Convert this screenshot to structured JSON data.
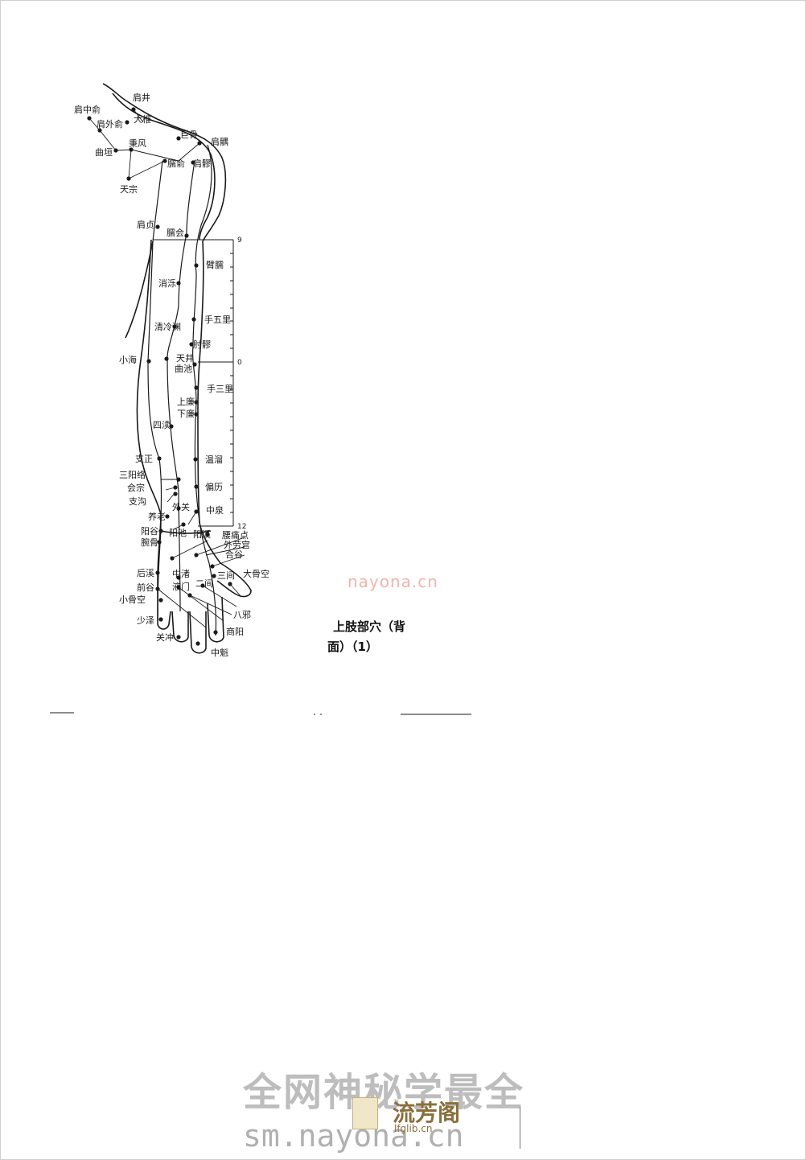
{
  "caption": {
    "line1": "上肢部穴（背",
    "line2": "面）（1）"
  },
  "watermark_mid": "nayona.cn",
  "watermark_title": "全网神秘学最全",
  "watermark_url": "sm.nayona.cn",
  "watermark_logo_text": "流芳阁",
  "watermark_site": "lfglib.cn",
  "scale_labels": [
    "9",
    "0",
    "12"
  ],
  "acupoints": [
    "肩井",
    "肩中俞",
    "大椎",
    "肩外俞",
    "巨骨",
    "肩髃",
    "秉风",
    "曲垣",
    "臑俞",
    "肩髎",
    "天宗",
    "肩贞",
    "臑会",
    "臂臑",
    "消泺",
    "手五里",
    "清冷渊",
    "肘髎",
    "小海",
    "天井",
    "曲池",
    "手三里",
    "上廉",
    "下廉",
    "四渎",
    "支正",
    "温溜",
    "三阳络",
    "偏历",
    "会宗",
    "支沟",
    "外关",
    "中泉",
    "养老",
    "阳谷",
    "腕骨",
    "阳池",
    "阳溪",
    "腰痛点",
    "外劳宫",
    "合谷",
    "后溪",
    "中渚",
    "液门",
    "二间",
    "三间",
    "大骨空",
    "前谷",
    "小骨空",
    "八邪",
    "少泽",
    "关冲",
    "商阳",
    "中魁"
  ],
  "colors": {
    "ink": "#1a1a1a",
    "watermark_pink": "#f3b3ad",
    "watermark_gray": "#bdbdbd"
  }
}
